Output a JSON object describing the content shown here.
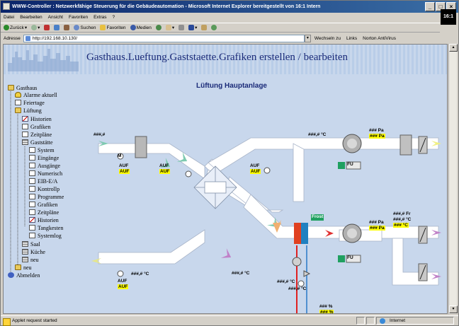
{
  "window": {
    "title": "WWW-Controller : Netzwerkfähige Steuerung für die Gebäudeautomation - Microsoft Internet Explorer bereitgestellt von 16:1 Intern",
    "minimize": "_",
    "maximize": "□",
    "close": "×"
  },
  "menu": [
    "Datei",
    "Bearbeiten",
    "Ansicht",
    "Favoriten",
    "Extras",
    "?"
  ],
  "ie_logo": "16:1",
  "toolbar": {
    "back": "Zurück",
    "search": "Suchen",
    "favorites": "Favoriten",
    "media": "Medien"
  },
  "address": {
    "label": "Adresse",
    "url": "http://192.168.10.130/",
    "go": "Wechseln zu",
    "links": "Links",
    "antivirus": "Norton AntiVirus"
  },
  "page": {
    "title": "Gasthaus.Lueftung.Gaststaette.Grafiken erstellen / bearbeiten",
    "diagram_title": "Lüftung Hauptanlage"
  },
  "tree": [
    {
      "label": "Gasthaus",
      "icon": "folder-icon"
    },
    {
      "label": "Alarme aktuell",
      "icon": "bell-icon"
    },
    {
      "label": "Feiertage",
      "icon": "document-icon"
    },
    {
      "label": "Lüftung",
      "icon": "folder-icon"
    },
    {
      "label": "Historien",
      "icon": "chart-icon"
    },
    {
      "label": "Grafiken",
      "icon": "document-icon"
    },
    {
      "label": "Zeitpläne",
      "icon": "document-icon"
    },
    {
      "label": "Gaststätte",
      "icon": "grid-icon"
    },
    {
      "label": "System",
      "icon": "document-icon"
    },
    {
      "label": "Eingänge",
      "icon": "document-icon"
    },
    {
      "label": "Ausgänge",
      "icon": "document-icon"
    },
    {
      "label": "Numerisch",
      "icon": "document-icon"
    },
    {
      "label": "EIB-E/A",
      "icon": "document-icon"
    },
    {
      "label": "Kontrollp",
      "icon": "document-icon"
    },
    {
      "label": "Programme",
      "icon": "document-icon"
    },
    {
      "label": "Grafiken",
      "icon": "document-icon"
    },
    {
      "label": "Zeitpläne",
      "icon": "document-icon"
    },
    {
      "label": "Historien",
      "icon": "chart-icon"
    },
    {
      "label": "Tangkesten",
      "icon": "document-icon"
    },
    {
      "label": "Systemlog",
      "icon": "document-icon"
    },
    {
      "label": "Saal",
      "icon": "grid-icon"
    },
    {
      "label": "Küche",
      "icon": "grid-icon"
    },
    {
      "label": "neu",
      "icon": "grid-icon"
    },
    {
      "label": "neu",
      "icon": "folder-icon"
    },
    {
      "label": "Abmelden",
      "icon": "person-icon"
    }
  ],
  "diagram": {
    "outside_temp": "###,#",
    "temp_ext_top": "###,# °C",
    "pa_top_1": "### Pa",
    "pa_top_2": "### Pa",
    "auf_1": "AUF",
    "auf_1b": "AUF",
    "auf_2": "AUF",
    "auf_2b": "AUF",
    "auf_3": "AUF",
    "auf_3b": "AUF",
    "auf_4": "AUF",
    "auf_4b": "AUF",
    "fu_top": "FU",
    "fu_bottom": "FU",
    "frost": "Frost",
    "pa_bot_1": "### Pa",
    "pa_bot_2": "### Pa",
    "fr_label": "###,# Fr",
    "temp_r1": "###,# °C",
    "temp_r2": "### °C",
    "temp_left_bottom": "###,# °C",
    "temp_middle_bottom": "###,# °C",
    "temp_heater_1": "###,# °C",
    "temp_heater_2": "###,# °C",
    "percent_1": "### %",
    "percent_2": "### %",
    "m": "M"
  },
  "status": {
    "text": "Applet request started",
    "zone": "Internet"
  }
}
